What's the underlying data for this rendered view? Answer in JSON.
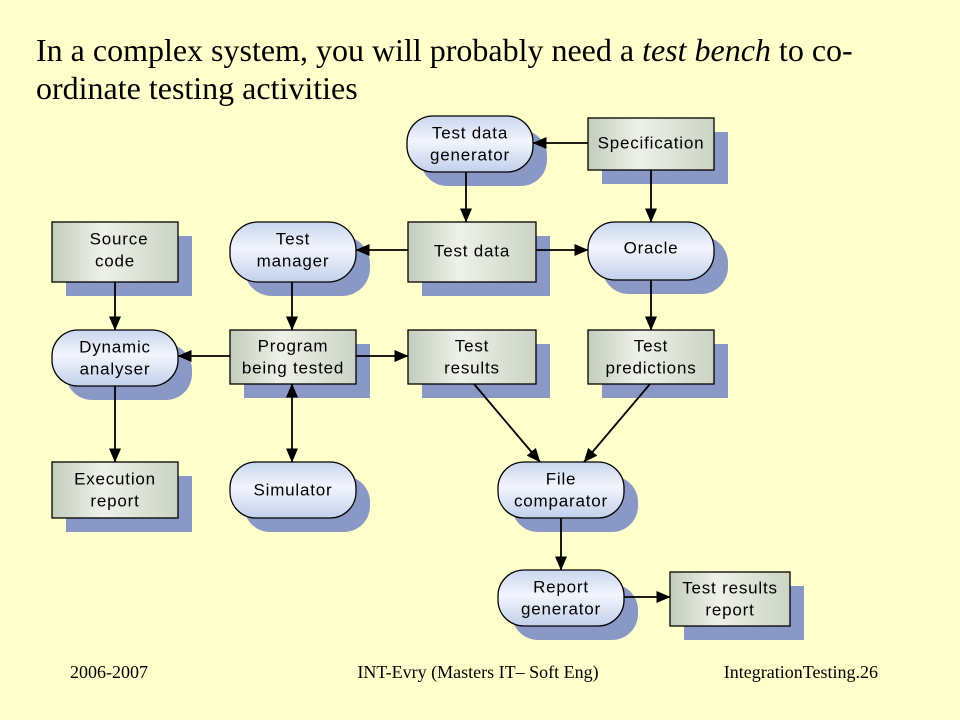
{
  "slide": {
    "title": {
      "line1_before": "In a complex system, you will probably need a ",
      "line1_emphasis": "test bench",
      "line1_after": " to co-",
      "line2": "ordinate testing activities"
    },
    "footer": {
      "left": "2006-2007",
      "center": "INT-Evry (Masters IT– Soft Eng)",
      "right": "IntegrationTesting.26"
    }
  },
  "diagram": {
    "nodes": {
      "test_data_generator": {
        "lines": [
          "Test data",
          "generator"
        ]
      },
      "specification": {
        "lines": [
          "Specification"
        ]
      },
      "source_code": {
        "lines": [
          "Source",
          "code"
        ]
      },
      "test_manager": {
        "lines": [
          "Test",
          "manager"
        ]
      },
      "test_data": {
        "lines": [
          "Test data"
        ]
      },
      "oracle": {
        "lines": [
          "Oracle"
        ]
      },
      "dynamic_analyser": {
        "lines": [
          "Dynamic",
          "analyser"
        ]
      },
      "program_being_tested": {
        "lines": [
          "Program",
          "being tested"
        ]
      },
      "test_results": {
        "lines": [
          "Test",
          "results"
        ]
      },
      "test_predictions": {
        "lines": [
          "Test",
          "predictions"
        ]
      },
      "execution_report": {
        "lines": [
          "Execution",
          "report"
        ]
      },
      "simulator": {
        "lines": [
          "Simulator"
        ]
      },
      "file_comparator": {
        "lines": [
          "File",
          "comparator"
        ]
      },
      "report_generator": {
        "lines": [
          "Report",
          "generator"
        ]
      },
      "test_results_report": {
        "lines": [
          "Test results",
          "report"
        ]
      }
    }
  },
  "colors": {
    "background": "#ffffcc",
    "node_shadow": "#8a98c5",
    "outline": "#000000"
  }
}
